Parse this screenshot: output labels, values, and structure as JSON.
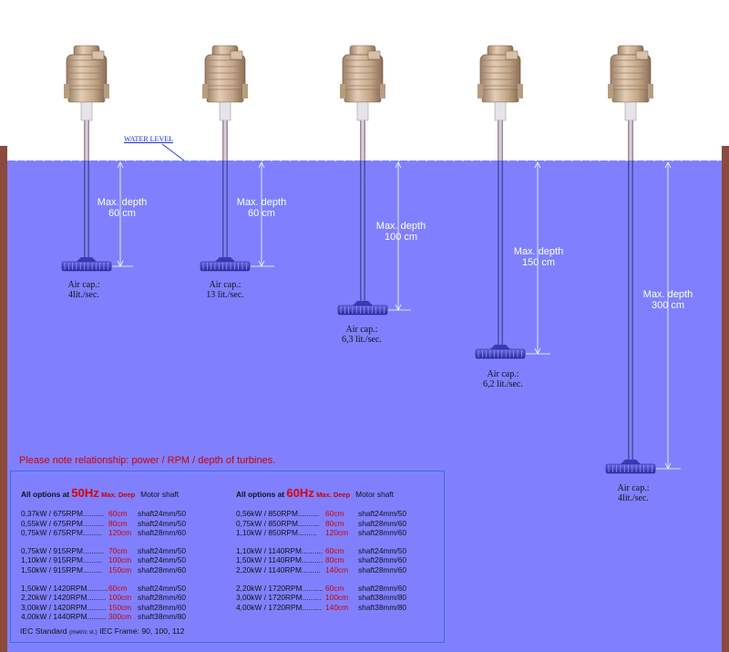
{
  "water_level_label": "WATER LEVEL",
  "turbines": [
    {
      "depth_line1": "Max. depth",
      "depth_line2": "60 cm",
      "air_line1": "Air cap.:",
      "air_line2": "4lit./sec."
    },
    {
      "depth_line1": "Max. depth",
      "depth_line2": "60 cm",
      "air_line1": "Air cap.:",
      "air_line2": "13 lit./sec."
    },
    {
      "depth_line1": "Max. depth",
      "depth_line2": "100 cm",
      "air_line1": "Air cap.:",
      "air_line2": "6,3 lit./sec."
    },
    {
      "depth_line1": "Max. depth",
      "depth_line2": "150 cm",
      "air_line1": "Air cap.:",
      "air_line2": "6,2 lit./sec."
    },
    {
      "depth_line1": "Max. depth",
      "depth_line2": "300 cm",
      "air_line1": "Air cap.:",
      "air_line2": "4lit./sec."
    }
  ],
  "note": "Please note relationship: power / RPM / depth of turbines.",
  "table_50": {
    "prefix": "All options at ",
    "hz": "50Hz",
    "max_deep": "Max. Deep",
    "motor_shaft": "Motor shaft",
    "groups": [
      [
        {
          "power": "0,37kW / 675RPM..........",
          "depth": "60cm",
          "shaft": "shaft24mm/50"
        },
        {
          "power": "0,55kW / 675RPM..........",
          "depth": "80cm",
          "shaft": "shaft24mm/50"
        },
        {
          "power": "0,75kW / 675RPM.........",
          "depth": "120cm",
          "shaft": "shaft28mm/60"
        }
      ],
      [
        {
          "power": "0,75kW / 915RPM..........",
          "depth": "70cm",
          "shaft": "shaft24mm/50"
        },
        {
          "power": "1,10kW / 915RPM.........",
          "depth": "100cm",
          "shaft": "shaft24mm/50"
        },
        {
          "power": "1,50kW / 915RPM.........",
          "depth": "150cm",
          "shaft": "shaft28mm/60"
        }
      ],
      [
        {
          "power": "1,50kW / 1420RPM..........",
          "depth": "60cm",
          "shaft": "shaft24mm/50"
        },
        {
          "power": "2,20kW / 1420RPM.........",
          "depth": "100cm",
          "shaft": "shaft28mm/60"
        },
        {
          "power": "3,00kW / 1420RPM.........",
          "depth": "150cm",
          "shaft": "shaft28mm/60"
        },
        {
          "power": "4,00kW / 1440RPM.........",
          "depth": "300cm",
          "shaft": "shaft38mm/80"
        }
      ]
    ]
  },
  "table_60": {
    "prefix": "All options at ",
    "hz": "60Hz",
    "max_deep": "Max. Deep",
    "motor_shaft": "Motor shaft",
    "groups": [
      [
        {
          "power": "0,56kW / 850RPM..........",
          "depth": "60cm",
          "shaft": "shaft24mm/50"
        },
        {
          "power": "0,75kW / 850RPM..........",
          "depth": "80cm",
          "shaft": "shaft28mm/60"
        },
        {
          "power": "1,10kW / 850RPM.........",
          "depth": "120cm",
          "shaft": "shaft28mm/60"
        }
      ],
      [
        {
          "power": "1,10kW / 1140RPM..........",
          "depth": "60cm",
          "shaft": "shaft24mm/50"
        },
        {
          "power": "1,50kW / 1140RPM..........",
          "depth": "80cm",
          "shaft": "shaft28mm/60"
        },
        {
          "power": "2,20kW / 1140RPM.........",
          "depth": "140cm",
          "shaft": "shaft28mm/60"
        }
      ],
      [
        {
          "power": "2,20kW / 1720RPM..........",
          "depth": "60cm",
          "shaft": "shaft28mm/60"
        },
        {
          "power": "3,00kW / 1720RPM.........",
          "depth": "100cm",
          "shaft": "shaft38mm/80"
        },
        {
          "power": "4,00kW / 1720RPM.........",
          "depth": "140cm",
          "shaft": "shaft38mm/80"
        }
      ]
    ]
  },
  "footer": {
    "a": "IEC Standard ",
    "b": "(metric st.)",
    "c": " IEC Frame: 90, 100, 112"
  },
  "colors": {
    "water": "#8080ff",
    "wall": "#8b4a3c",
    "motor": "#c8ab8e",
    "turbine": "#3a3ab8",
    "red_text": "#cc0000"
  }
}
